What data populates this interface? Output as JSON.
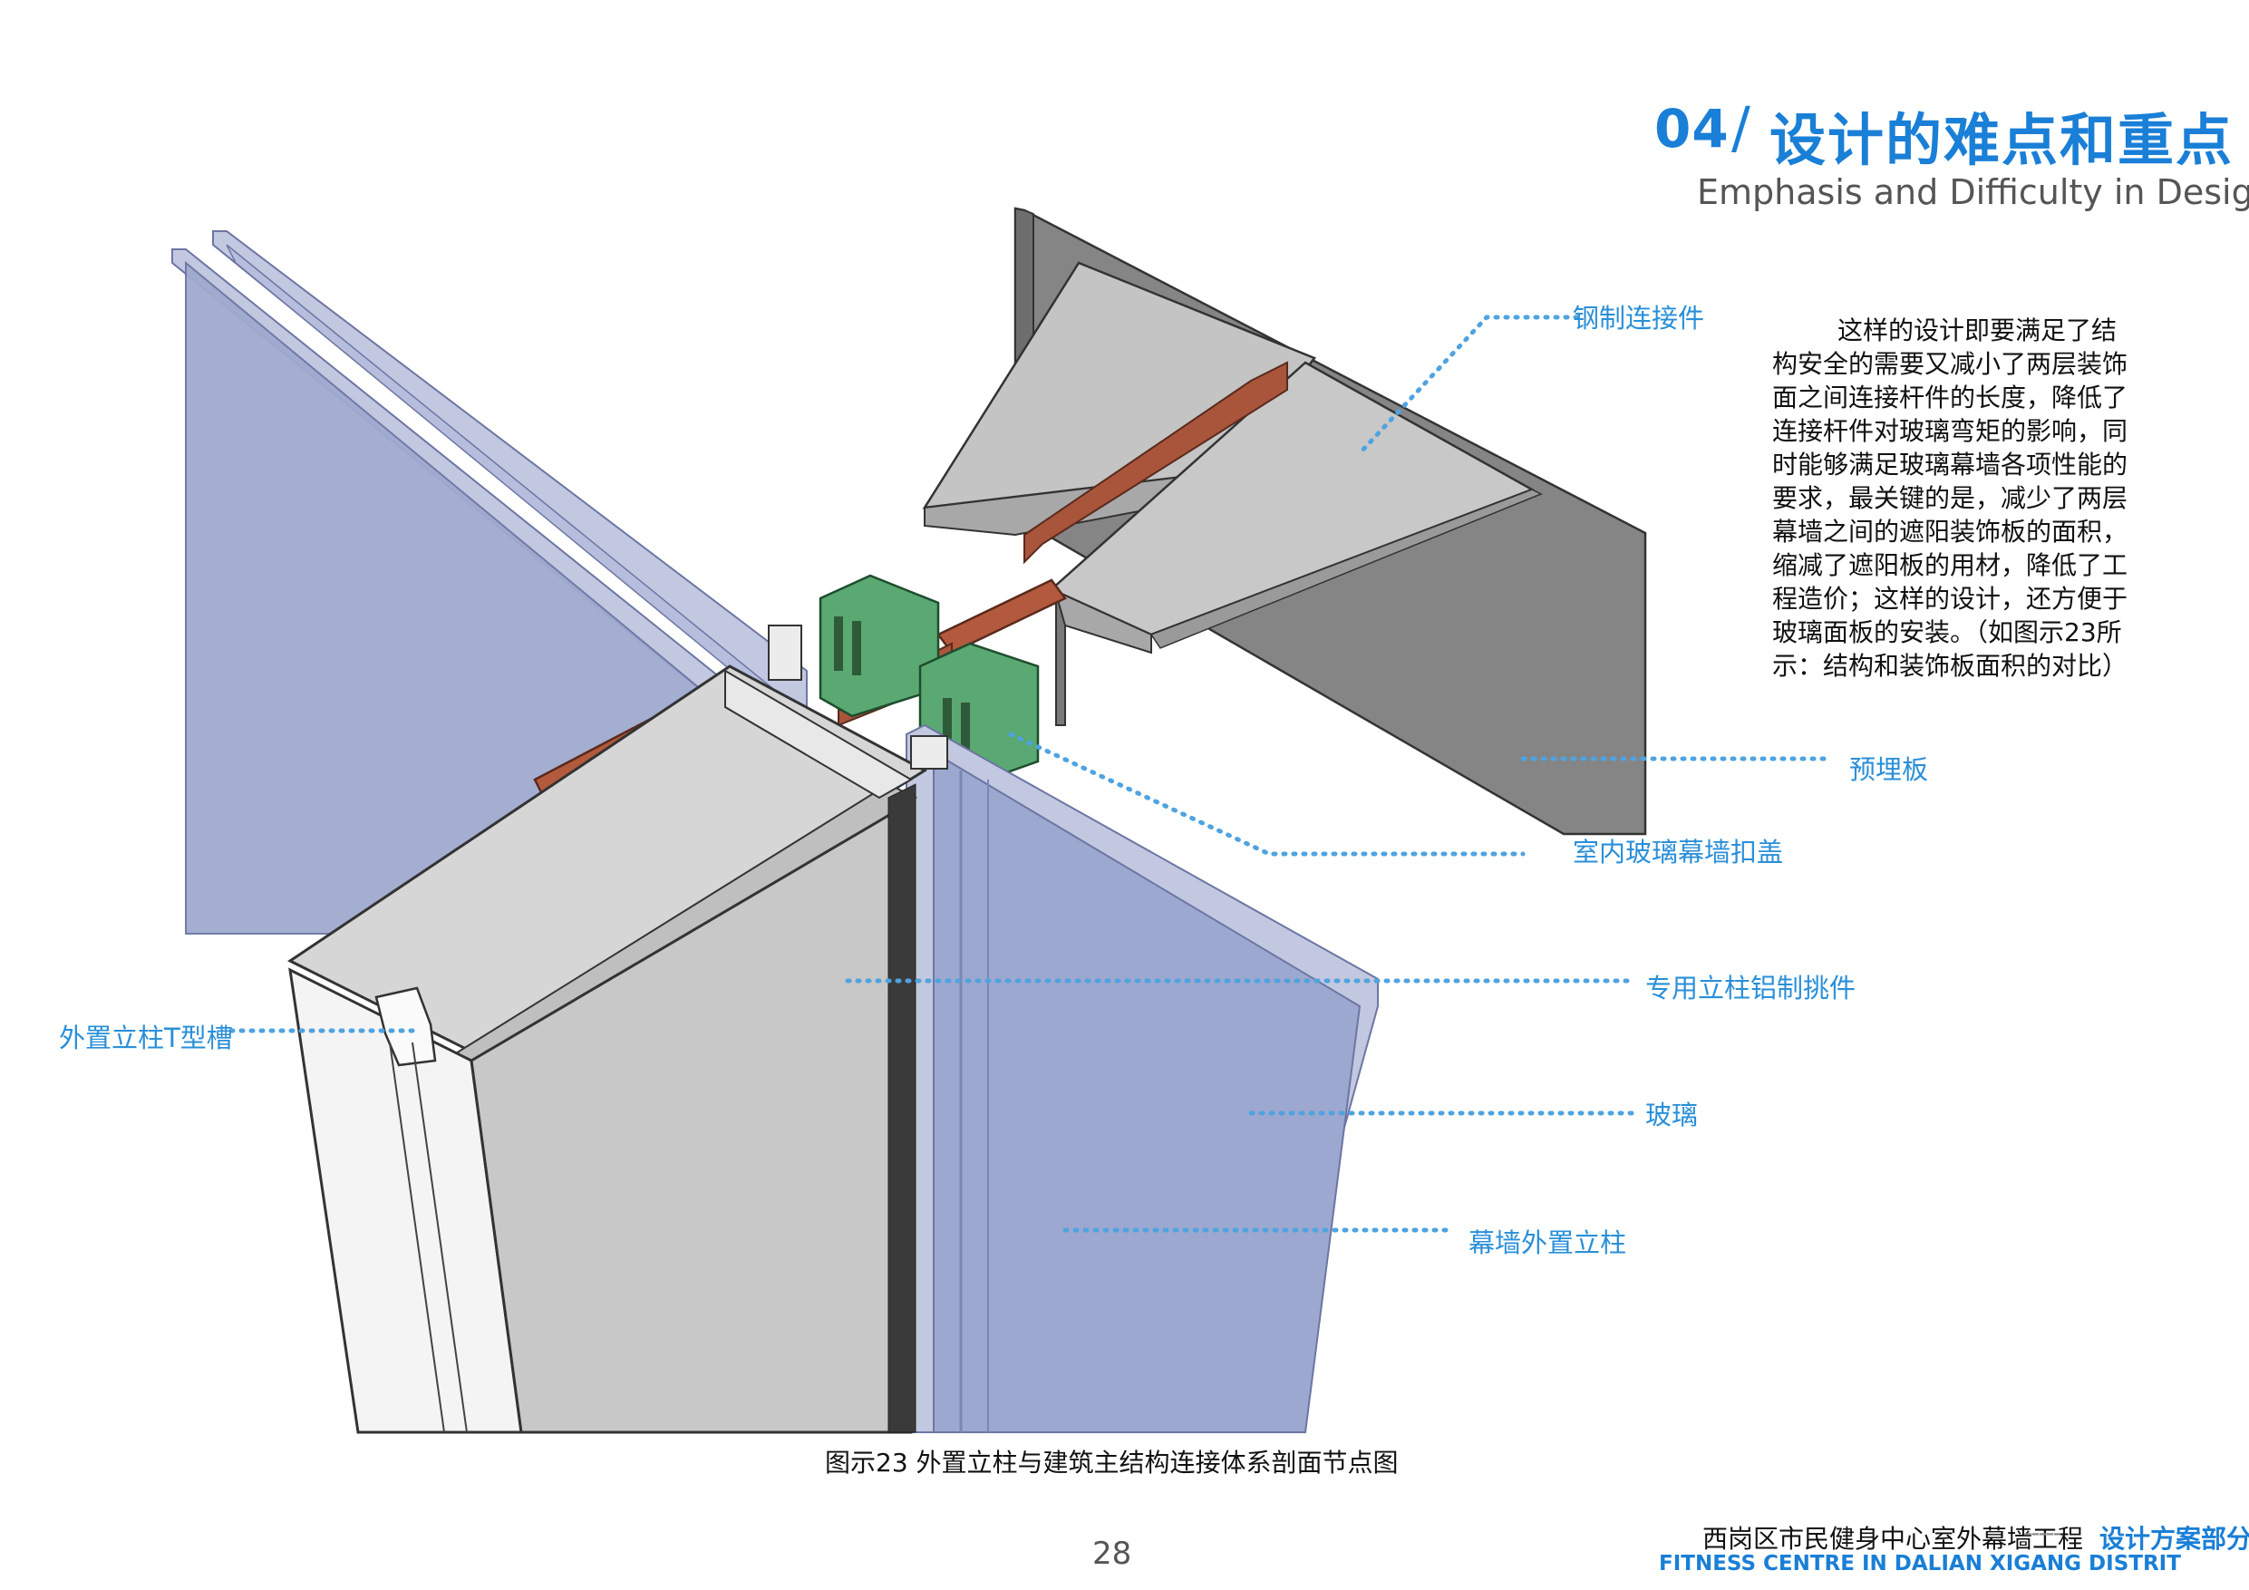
{
  "header": {
    "section_number": "04",
    "section_slash": "/",
    "title_cn": "设计的难点和重点",
    "title_en": "Emphasis and Difficulty in Design"
  },
  "description": {
    "lines": [
      "这样的设计即要满足了结",
      "构安全的需要又减小了两层装饰",
      "面之间连接杆件的长度，降低了",
      "连接杆件对玻璃弯矩的影响，同",
      "时能够满足玻璃幕墙各项性能的",
      "要求，最关键的是，减少了两层",
      "幕墙之间的遮阳装饰板的面积，",
      "缩减了遮阳板的用材，降低了工",
      "程造价；这样的设计，还方便于",
      "玻璃面板的安装。（如图示23所",
      "示：结构和装饰板面积的对比）"
    ]
  },
  "callouts": {
    "steel_connector": "钢制连接件",
    "embedded_plate": "预埋板",
    "indoor_cover": "室内玻璃幕墙扣盖",
    "aluminum_bracket": "专用立柱铝制挑件",
    "glass": "玻璃",
    "external_mullion": "幕墙外置立柱",
    "t_slot": "外置立柱T型槽"
  },
  "caption": "图示23  外置立柱与建筑主结构连接体系剖面节点图",
  "page_number": "28",
  "footer": {
    "project_cn": "西岗区市民健身中心室外幕墙工程",
    "dash": "-----",
    "part_cn": "设计方案部分",
    "project_en": "FITNESS CENTRE IN DALIAN XIGANG DISTRIT"
  },
  "colors": {
    "accent_blue": "#1a7fd6",
    "callout_blue": "#2a8fd8",
    "glass": "#9aa7cc",
    "steel_gray": "#8a8a8a",
    "aluminum_orange": "#a8553c",
    "gasket_green": "#5aa872"
  }
}
